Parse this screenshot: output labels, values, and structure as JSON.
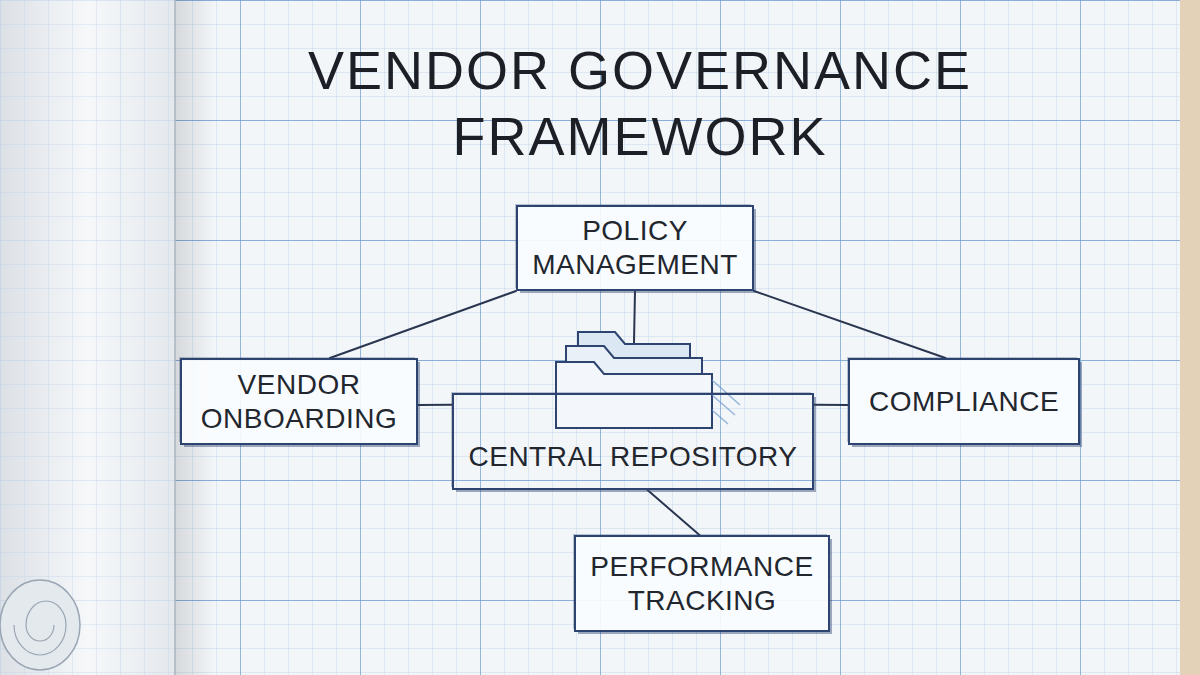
{
  "diagram": {
    "title": "VENDOR GOVERNANCE FRAMEWORK",
    "nodes": [
      {
        "text": [
          "POLICY MANAGEMENT"
        ]
      },
      {
        "text": [
          "VENDOR ONBOARDING"
        ]
      },
      {
        "text": [
          "CENTRAL REPOSITORY"
        ]
      },
      {
        "text": [
          "COMPLIANCE"
        ]
      },
      {
        "text": [
          "PERFORMANCE TRACKING"
        ]
      }
    ],
    "edges": [
      {
        "from": 0,
        "to": 2,
        "arrow": "none"
      },
      {
        "from": 0,
        "to": 1,
        "arrow": "none"
      },
      {
        "from": 0,
        "to": 3,
        "arrow": "none"
      },
      {
        "from": 1,
        "to": 2,
        "arrow": "none"
      },
      {
        "from": 2,
        "to": 3,
        "arrow": "none"
      },
      {
        "from": 2,
        "to": 4,
        "arrow": "none"
      }
    ]
  }
}
